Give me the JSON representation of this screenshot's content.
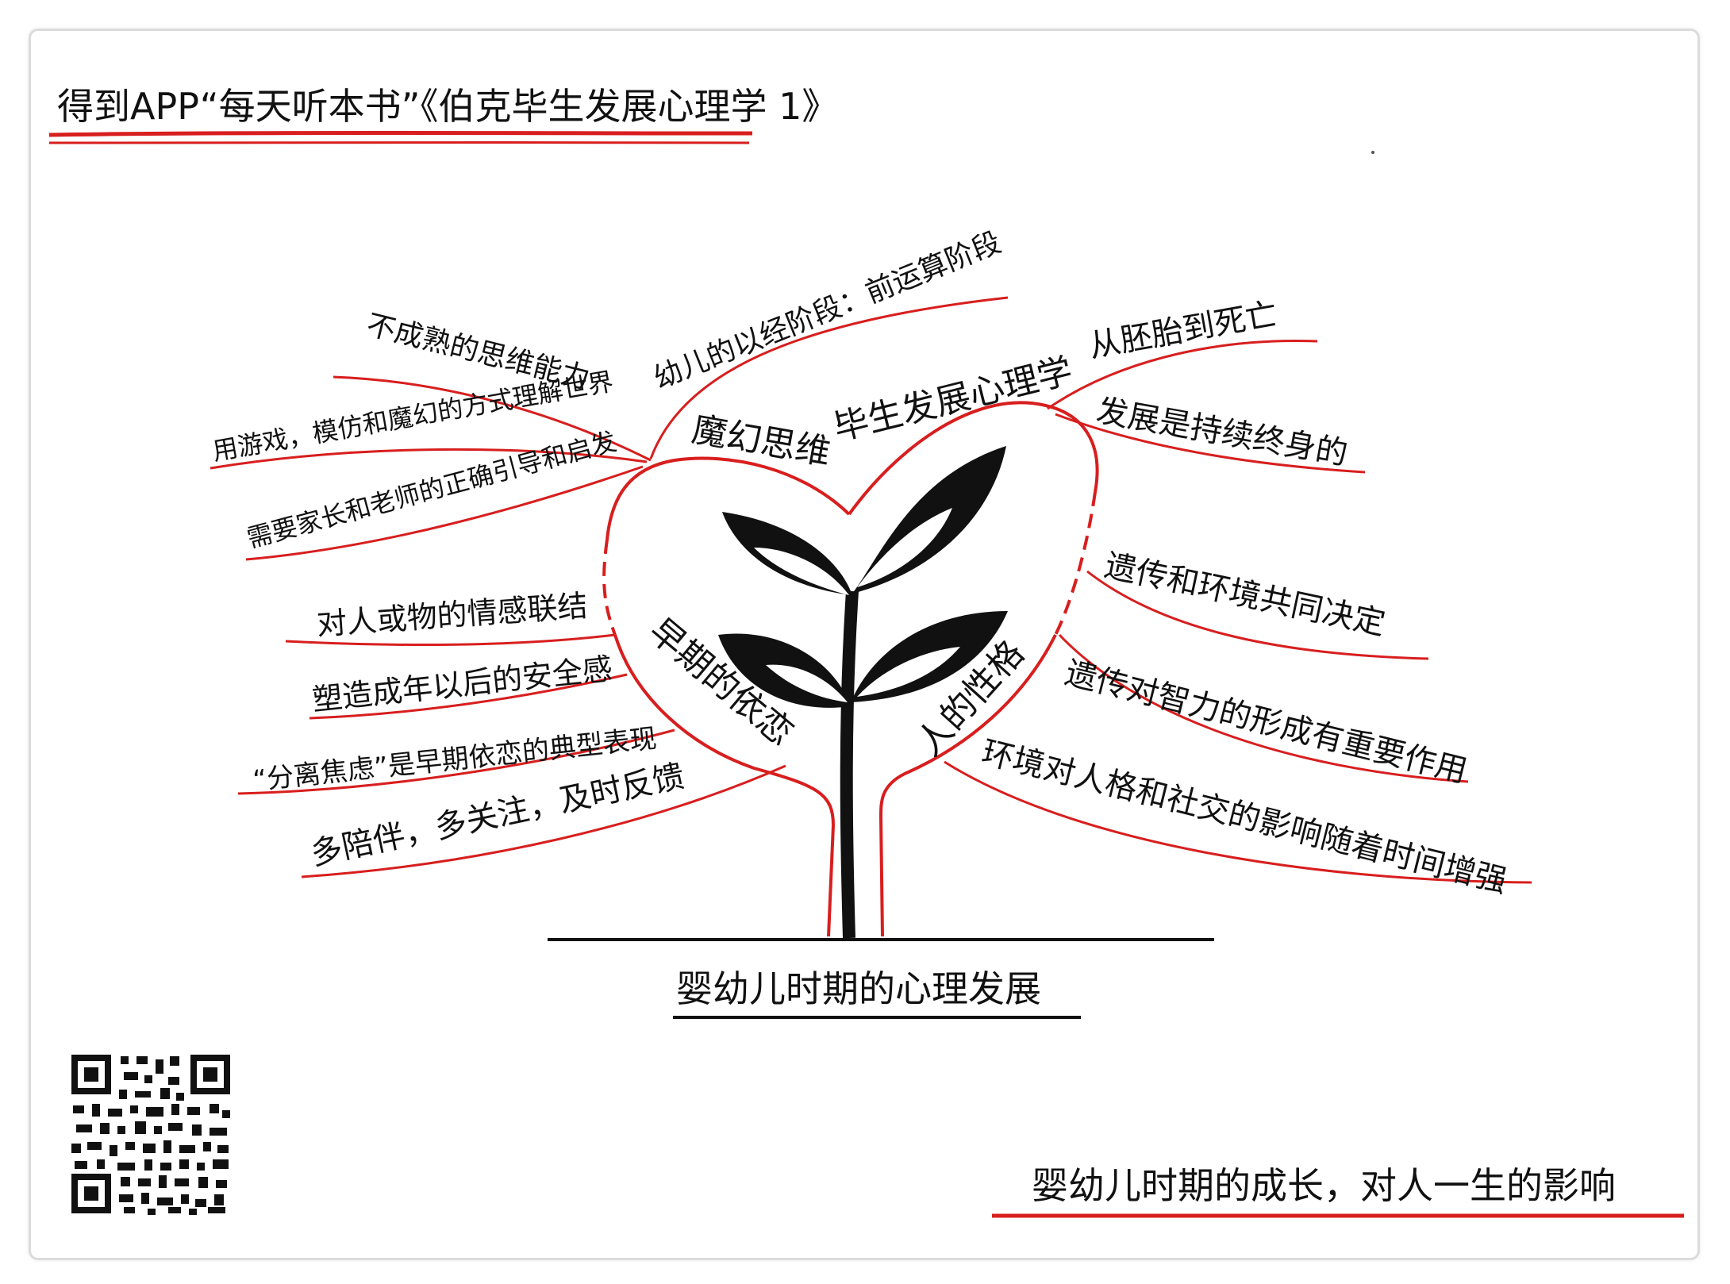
{
  "header": {
    "title": "得到APP“每天听本书”《伯克毕生发展心理学 1》"
  },
  "footer": {
    "center_caption": "婴幼儿时期的心理发展",
    "right_caption": "婴幼儿时期的成长，对人一生的影响"
  },
  "colors": {
    "accent": "#d81e1e",
    "ink": "#111111"
  },
  "mindmap": {
    "center_label": "毕生发展心理学",
    "center_items": [
      "从胚胎到死亡",
      "发展是持续终身的"
    ],
    "magic": {
      "label": "魔幻思维",
      "items": [
        "幼儿的以经阶段：前运算阶段",
        "不成熟的思维能力",
        "用游戏，模仿和魔幻的方式理解世界",
        "需要家长和老师的正确引导和启发"
      ]
    },
    "attachment": {
      "label": "早期的依恋",
      "items": [
        "对人或物的情感联结",
        "塑造成年以后的安全感",
        "“分离焦虑”是早期依恋的典型表现",
        "多陪伴，多关注，及时反馈"
      ]
    },
    "personality": {
      "label": "人的性格",
      "items": [
        "遗传和环境共同决定",
        "遗传对智力的形成有重要作用",
        "环境对人格和社交的影响随着时间增强"
      ]
    }
  },
  "qr_code": {
    "icon": "qr-code-icon"
  }
}
